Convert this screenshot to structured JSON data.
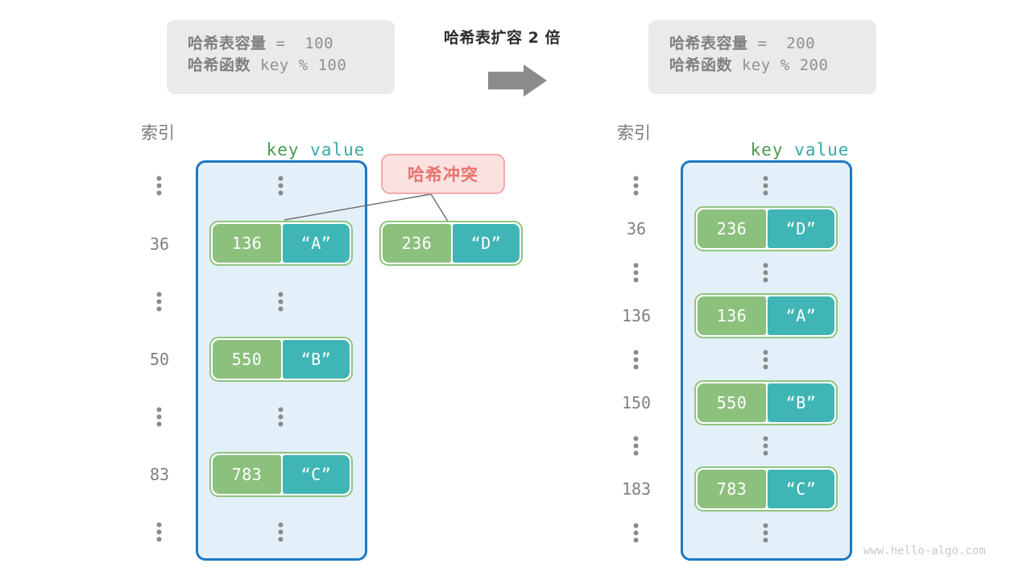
{
  "watermark": "www.hello-algo.com",
  "center": {
    "title": "哈希表扩容 2 倍",
    "arrow_icon": "right-arrow-icon",
    "arrow_color": "#8c8c8c"
  },
  "colors": {
    "key_cell": "#8cc07d",
    "value_cell": "#40b5b5",
    "bucket_fill": "#e3eff9",
    "bucket_border": "#1f78c1",
    "badge_fill": "#fce1e1",
    "badge_border": "#f2aaa8",
    "badge_text": "#e8736e",
    "info_box_fill": "#eaeaea",
    "index_text": "#808080",
    "connector_line": "#6b6b6b"
  },
  "left": {
    "info": {
      "line1_label": "哈希表容量",
      "line1_expr": " =  100",
      "line2_label": "哈希函数",
      "line2_expr": " key % 100"
    },
    "headers": {
      "index": "索引",
      "key": "key",
      "value": "value"
    },
    "rows": [
      {
        "index": "⋮",
        "is_ellipsis": true,
        "key": null,
        "value": null
      },
      {
        "index": "36",
        "is_ellipsis": false,
        "key": "136",
        "value": "“A”"
      },
      {
        "index": "⋮",
        "is_ellipsis": true,
        "key": null,
        "value": null
      },
      {
        "index": "50",
        "is_ellipsis": false,
        "key": "550",
        "value": "“B”"
      },
      {
        "index": "⋮",
        "is_ellipsis": true,
        "key": null,
        "value": null
      },
      {
        "index": "83",
        "is_ellipsis": false,
        "key": "783",
        "value": "“C”"
      },
      {
        "index": "⋮",
        "is_ellipsis": true,
        "key": null,
        "value": null
      }
    ],
    "collision": {
      "badge_label": "哈希冲突",
      "key": "236",
      "value": "“D”"
    }
  },
  "right": {
    "info": {
      "line1_label": "哈希表容量",
      "line1_expr": " =  200",
      "line2_label": "哈希函数",
      "line2_expr": " key % 200"
    },
    "headers": {
      "index": "索引",
      "key": "key",
      "value": "value"
    },
    "rows": [
      {
        "index": "⋮",
        "is_ellipsis": true,
        "key": null,
        "value": null
      },
      {
        "index": "36",
        "is_ellipsis": false,
        "key": "236",
        "value": "“D”"
      },
      {
        "index": "⋮",
        "is_ellipsis": true,
        "key": null,
        "value": null
      },
      {
        "index": "136",
        "is_ellipsis": false,
        "key": "136",
        "value": "“A”"
      },
      {
        "index": "⋮",
        "is_ellipsis": true,
        "key": null,
        "value": null
      },
      {
        "index": "150",
        "is_ellipsis": false,
        "key": "550",
        "value": "“B”"
      },
      {
        "index": "⋮",
        "is_ellipsis": true,
        "key": null,
        "value": null
      },
      {
        "index": "183",
        "is_ellipsis": false,
        "key": "783",
        "value": "“C”"
      },
      {
        "index": "⋮",
        "is_ellipsis": true,
        "key": null,
        "value": null
      }
    ]
  }
}
